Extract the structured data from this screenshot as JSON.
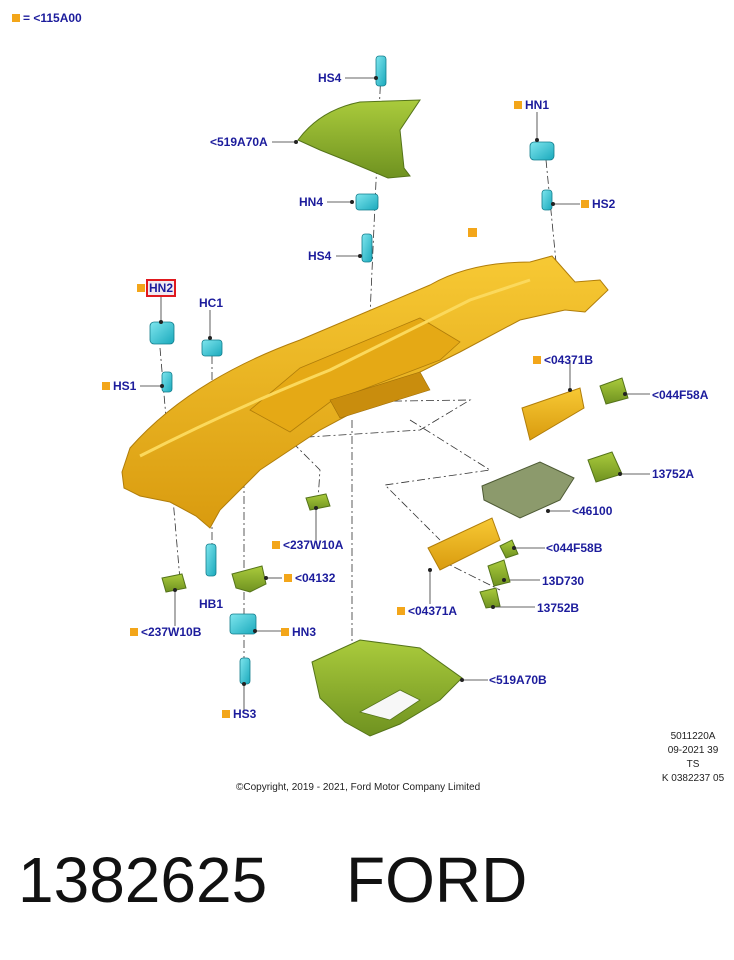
{
  "legend": {
    "marker_color": "#f3a61a",
    "text": "= <115A00"
  },
  "callouts": {
    "hs4_top": "HS4",
    "part_519a70a": "<519A70A",
    "hn4": "HN4",
    "hs4_mid": "HS4",
    "hn1": "HN1",
    "hs2": "HS2",
    "hn2": "HN2",
    "hc1": "HC1",
    "hs1": "HS1",
    "part_04371b": "<04371B",
    "part_044f58a": "<044F58A",
    "part_13752a": "13752A",
    "part_46100": "<46100",
    "part_237w10a": "<237W10A",
    "part_044f58b": "<044F58B",
    "part_04132": "<04132",
    "part_13d730": "13D730",
    "hb1": "HB1",
    "part_04371a": "<04371A",
    "part_13752b": "13752B",
    "part_237w10b": "<237W10B",
    "hn3": "HN3",
    "part_519a70b": "<519A70B",
    "hs3": "HS3"
  },
  "highlighted_callout": "hn2",
  "colors": {
    "callout_text": "#1c1c9c",
    "panel_yellow": "#f2b51b",
    "part_green": "#8fb12a",
    "fastener_cyan": "#2ec8d8",
    "highlight_border": "#e0191e"
  },
  "drawing_meta": {
    "line1": "5011220A",
    "line2": "09-2021 39",
    "line3": "TS",
    "line4": "K 0382237 05"
  },
  "copyright": "©Copyright, 2019 - 2021, Ford Motor Company Limited",
  "part_number": "1382625",
  "brand": "FORD"
}
